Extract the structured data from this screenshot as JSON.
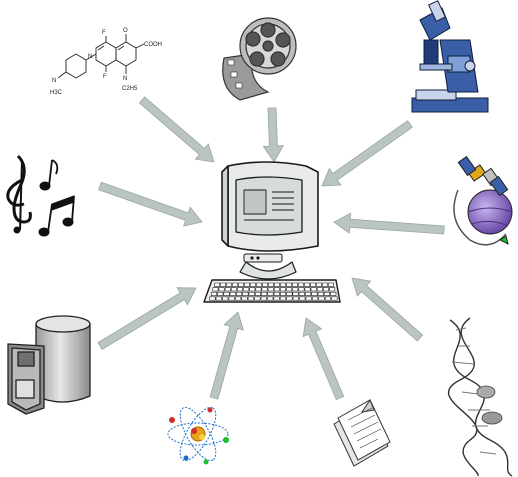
{
  "diagram": {
    "center": {
      "icon": "computer-terminal-icon"
    },
    "sources": [
      {
        "icon": "chemical-structure-icon"
      },
      {
        "icon": "film-reel-icon"
      },
      {
        "icon": "microscope-icon"
      },
      {
        "icon": "music-notes-icon"
      },
      {
        "icon": "satellite-globe-icon"
      },
      {
        "icon": "database-floppy-icon"
      },
      {
        "icon": "atom-icon"
      },
      {
        "icon": "document-pages-icon"
      },
      {
        "icon": "dna-helix-icon"
      }
    ],
    "colors": {
      "arrow": "#b9c4c3",
      "arrow_edge": "#9aa6a5",
      "line": "#1a1a1a",
      "microscope_blue": "#3a5ea8",
      "globe_purple": "#8f73c9",
      "satellite_gold": "#e0a81a"
    }
  },
  "chemical_structure": {
    "atoms": [
      "F",
      "O",
      "COOH",
      "N",
      "N",
      "F",
      "N",
      "H3C",
      "C2H5"
    ]
  }
}
